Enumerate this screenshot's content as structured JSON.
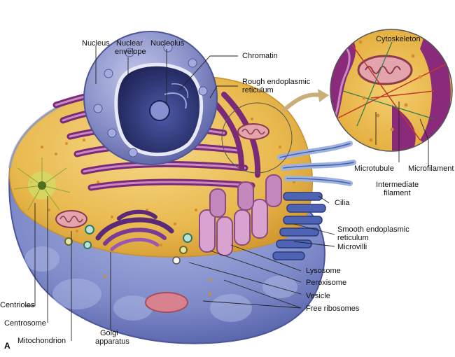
{
  "panel_letter": "A",
  "labels": {
    "nucleus": "Nucleus",
    "nuclear_envelope_1": "Nuclear",
    "nuclear_envelope_2": "envelope",
    "nucleolus": "Nucleolus",
    "chromatin": "Chromatin",
    "rough_er_1": "Rough endoplasmic",
    "rough_er_2": "reticulum",
    "cytoskeleton": "Cytoskeleton",
    "microtubule": "Microtubule",
    "microfilament": "Microfilament",
    "intermediate_1": "Intermediate",
    "intermediate_2": "filament",
    "cilia": "Cilia",
    "smooth_er_1": "Smooth endoplasmic",
    "smooth_er_2": "reticulum",
    "microvilli": "Microvilli",
    "lysosome": "Lysosome",
    "peroxisome": "Peroxisome",
    "vesicle": "Vesicle",
    "free_ribosomes": "Free ribosomes",
    "centrioles": "Centrioles",
    "centrosome": "Centrosome",
    "mitochondrion": "Mitochondrion",
    "golgi_1": "Golgi",
    "golgi_2": "apparatus"
  },
  "colors": {
    "cytoplasm": "#eec35a",
    "cell_membrane": "#6d78b8",
    "nucleus": "#7e86bf",
    "nucleus_inner": "#2c3470",
    "rough_er": "#7a2a78",
    "smooth_er": "#b468a8",
    "microvilli": "#4d63b3",
    "mitochondrion": "#c86e7e",
    "ribosome": "#d98a2a"
  }
}
